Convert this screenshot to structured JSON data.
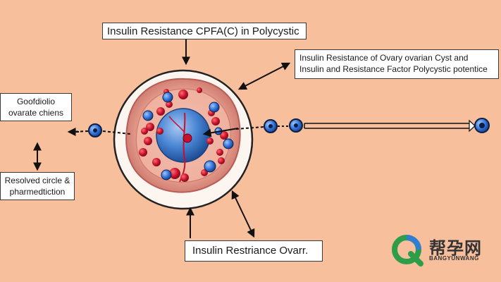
{
  "labels": {
    "top": "Insulin Resistance CPFA(C) in Polycystic",
    "right_line1": "Insulin Resistance of Ovary ovarian Cyst and",
    "right_line2": "Insulin and Resistance Factor Polycystic potentice",
    "left1_line1": "Goofdiolio",
    "left1_line2": "ovarate chiens",
    "left2_line1": "Resolved circle &",
    "left2_line2": "pharmedtiction",
    "bottom": "Insulin Restriance Ovarr."
  },
  "logo": {
    "chinese": "帮孕网",
    "english": "BANGYUNWANG"
  },
  "colors": {
    "background": "#f7bf9c",
    "nucleus": "#3d78c9",
    "red_cell": "#c8102e",
    "blue_cell": "#2f6fd6",
    "tissue": "#e79a8c",
    "logo_green": "#2e9d4a",
    "logo_blue": "#2f7fd1"
  }
}
